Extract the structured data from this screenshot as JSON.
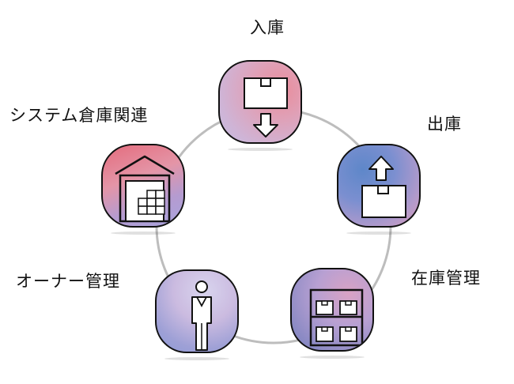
{
  "nodes": [
    {
      "id": "inbound",
      "label": "入庫",
      "icon": "box-down-arrow-icon"
    },
    {
      "id": "outbound",
      "label": "出庫",
      "icon": "box-up-arrow-icon"
    },
    {
      "id": "inventory",
      "label": "在庫管理",
      "icon": "shelf-boxes-icon"
    },
    {
      "id": "owner",
      "label": "オーナー管理",
      "icon": "person-icon"
    },
    {
      "id": "system",
      "label": "システム倉庫関連",
      "icon": "warehouse-icon"
    }
  ],
  "colors": {
    "ring": "#bdbdbd",
    "stroke": "#111111",
    "icon_fill": "#ffffff"
  }
}
